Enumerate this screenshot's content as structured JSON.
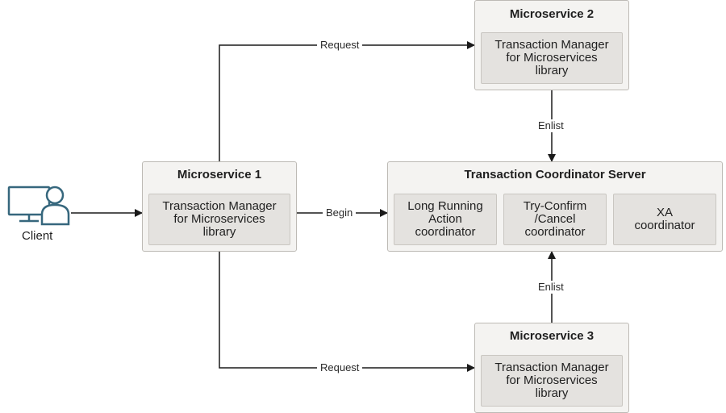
{
  "client": {
    "label": "Client",
    "icon": "user-at-computer-icon"
  },
  "microservice_1": {
    "title": "Microservice 1",
    "library": "Transaction Manager\nfor Microservices\nlibrary"
  },
  "microservice_2": {
    "title": "Microservice 2",
    "library": "Transaction Manager\nfor Microservices\nlibrary"
  },
  "microservice_3": {
    "title": "Microservice 3",
    "library": "Transaction Manager\nfor Microservices\nlibrary"
  },
  "coordinator_server": {
    "title": "Transaction Coordinator Server",
    "coordinators": [
      "Long Running\nAction\ncoordinator",
      "Try-Confirm\n/Cancel\ncoordinator",
      "XA\ncoordinator"
    ]
  },
  "edges": {
    "request_top": "Request",
    "request_bottom": "Request",
    "begin": "Begin",
    "enlist_top": "Enlist",
    "enlist_bottom": "Enlist"
  },
  "colors": {
    "icon": "#36677d",
    "line": "#1a1a1a",
    "box_bg": "#f4f3f1",
    "inner_bg": "#e4e2df"
  }
}
